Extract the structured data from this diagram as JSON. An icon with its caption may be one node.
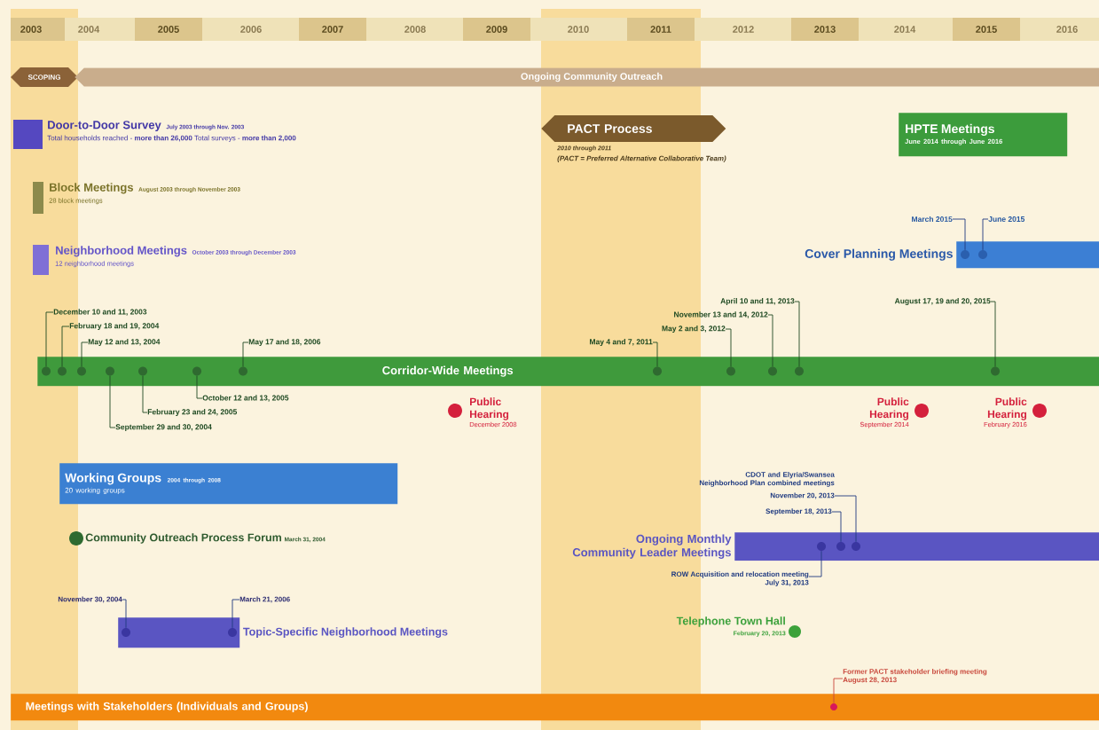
{
  "diagram": {
    "nodes": [
      {
        "text": [
          "SCOPING"
        ]
      },
      {
        "text": [
          "Ongoing Community Outreach"
        ]
      },
      {
        "text": [
          "Door-to-Door Survey",
          "July 2003 through Nov. 2003",
          "Total households reached - **more than 26,000** Total surveys - **more than 2,000**"
        ]
      },
      {
        "text": [
          "Block Meetings",
          "August 2003 through November 2003",
          "28 block meetings"
        ]
      },
      {
        "text": [
          "Neighborhood Meetings",
          "October 2003 through December 2003",
          "12 neighborhood meetings"
        ]
      },
      {
        "text": [
          "PACT Process"
        ],
        "beside": [
          "2010 through 2011",
          "(PACT = Preferred Alternative Collaborative Team)"
        ]
      },
      {
        "text": [
          "HPTE Meetings",
          "June 2014 through June 2016"
        ]
      },
      {
        "text": [
          "Cover Planning Meetings"
        ]
      },
      {
        "text": [],
        "shape": "circle",
        "in": 7
      },
      {
        "text": [],
        "shape": "circle",
        "in": 7
      },
      {
        "text": [
          "March 2015"
        ]
      },
      {
        "text": [
          "June 2015"
        ]
      },
      {
        "text": [
          "Corridor-Wide Meetings"
        ]
      },
      {
        "text": [],
        "shape": "circle",
        "in": 12
      },
      {
        "text": [],
        "shape": "circle",
        "in": 12
      },
      {
        "text": [],
        "shape": "circle",
        "in": 12
      },
      {
        "text": [],
        "shape": "circle",
        "in": 12
      },
      {
        "text": [],
        "shape": "circle",
        "in": 12
      },
      {
        "text": [],
        "shape": "circle",
        "in": 12
      },
      {
        "text": [],
        "shape": "circle",
        "in": 12
      },
      {
        "text": [],
        "shape": "circle",
        "in": 12
      },
      {
        "text": [],
        "shape": "circle",
        "in": 12
      },
      {
        "text": [],
        "shape": "circle",
        "in": 12
      },
      {
        "text": [],
        "shape": "circle",
        "in": 12
      },
      {
        "text": [],
        "shape": "circle",
        "in": 12
      },
      {
        "text": [
          "December 10 and 11, 2003"
        ]
      },
      {
        "text": [
          "February 18 and 19, 2004"
        ]
      },
      {
        "text": [
          "May 12 and 13, 2004"
        ]
      },
      {
        "text": [
          "September 29 and 30, 2004"
        ]
      },
      {
        "text": [
          "February 23 and 24, 2005"
        ]
      },
      {
        "text": [
          "October 12 and 13, 2005"
        ]
      },
      {
        "text": [
          "May 17 and 18, 2006"
        ]
      },
      {
        "text": [
          "May 4 and 7, 2011"
        ]
      },
      {
        "text": [
          "May 2 and 3, 2012"
        ]
      },
      {
        "text": [
          "November 13 and 14, 2012"
        ]
      },
      {
        "text": [
          "April 10 and 11, 2013"
        ]
      },
      {
        "text": [
          "August 17, 19 and 20, 2015"
        ]
      },
      {
        "text": [
          "Public Hearing",
          "December 2008"
        ]
      },
      {
        "text": [
          "Public Hearing",
          "September 2014"
        ]
      },
      {
        "text": [
          "Public Hearing",
          "February 2016"
        ]
      },
      {
        "text": [
          "Working Groups",
          "2004 through 2008",
          "20 working groups"
        ]
      },
      {
        "text": [
          "Community Outreach Process Forum",
          "March 31, 2004"
        ]
      },
      {
        "text": [
          "Ongoing Monthly Community Leader Meetings"
        ]
      },
      {
        "text": [],
        "shape": "circle",
        "in": 42
      },
      {
        "text": [],
        "shape": "circle",
        "in": 42
      },
      {
        "text": [],
        "shape": "circle",
        "in": 42
      },
      {
        "text": [
          "ROW Acquisition and relocation meeting",
          "July 31, 2013"
        ]
      },
      {
        "text": [
          "September 18, 2013"
        ]
      },
      {
        "text": [
          "November 20, 2013"
        ]
      },
      {
        "text": [
          "Telephone Town Hall",
          "February 20, 2013"
        ]
      },
      {
        "text": [
          "Topic-Specific Neighborhood Meetings"
        ]
      },
      {
        "text": [],
        "shape": "circle",
        "in": 50
      },
      {
        "text": [],
        "shape": "circle",
        "in": 50
      },
      {
        "text": [
          "November 30, 2004"
        ]
      },
      {
        "text": [
          "March 21, 2006"
        ]
      },
      {
        "text": [
          "Meetings with Stakeholders (Individuals and Groups)"
        ]
      },
      {
        "text": [],
        "shape": "circle",
        "in": 55
      },
      {
        "text": [
          "Former PACT stakeholder briefing meeting",
          "August 28, 2013"
        ]
      }
    ],
    "edges": [
      {
        "from": 10,
        "to": 8,
        "arrow": "none",
        "color": "#1f3a80"
      },
      {
        "from": 11,
        "to": 9,
        "arrow": "none",
        "color": "#1f3a80"
      },
      {
        "from": 25,
        "to": 13,
        "arrow": "none"
      },
      {
        "from": 26,
        "to": 14,
        "arrow": "none"
      },
      {
        "from": 27,
        "to": 15,
        "arrow": "none"
      },
      {
        "from": 28,
        "to": 16,
        "arrow": "none"
      },
      {
        "from": 29,
        "to": 17,
        "arrow": "none"
      },
      {
        "from": 30,
        "to": 18,
        "arrow": "none"
      },
      {
        "from": 31,
        "to": 19,
        "arrow": "none"
      },
      {
        "from": 32,
        "to": 20,
        "arrow": "none"
      },
      {
        "from": 33,
        "to": 21,
        "arrow": "none"
      },
      {
        "from": 34,
        "to": 22,
        "arrow": "none"
      },
      {
        "from": 35,
        "to": 23,
        "arrow": "none"
      },
      {
        "from": 36,
        "to": 24,
        "arrow": "none"
      },
      {
        "from": 46,
        "to": 43,
        "arrow": "none",
        "color": "#1f3a80"
      },
      {
        "from": 47,
        "to": 44,
        "arrow": "none",
        "color": "#1f3a80"
      },
      {
        "from": 48,
        "to": 45,
        "arrow": "none",
        "color": "#1f3a80"
      },
      {
        "from": 53,
        "to": 51,
        "arrow": "none",
        "color": "#1f3a80"
      },
      {
        "from": 54,
        "to": 52,
        "arrow": "none",
        "color": "#1f3a80"
      },
      {
        "from": 57,
        "to": 56,
        "arrow": "none",
        "color": "#c8463a"
      }
    ],
    "labels": [
      "2003",
      "2004",
      "2005",
      "2006",
      "2007",
      "2008",
      "2009",
      "2010",
      "2011",
      "2012",
      "2013",
      "2014",
      "2015",
      "2016",
      "CDOT and Elyria/Swansea Neighborhood Plan combined meetings"
    ]
  }
}
